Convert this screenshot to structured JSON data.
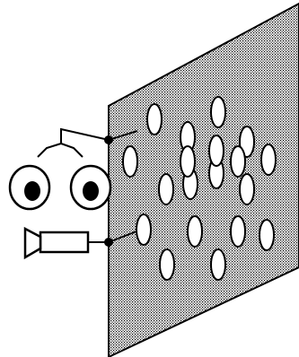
{
  "diagram": {
    "panel_fill": "#9a9a9a",
    "line_color": "#000000",
    "background": "#ffffff",
    "elements": [
      {
        "name": "observer-eyes",
        "icon": "eyes-icon"
      },
      {
        "name": "video-camera",
        "icon": "camera-icon"
      },
      {
        "name": "perforated-panel",
        "icon": "panel-with-holes"
      }
    ],
    "hole_count": 19
  }
}
